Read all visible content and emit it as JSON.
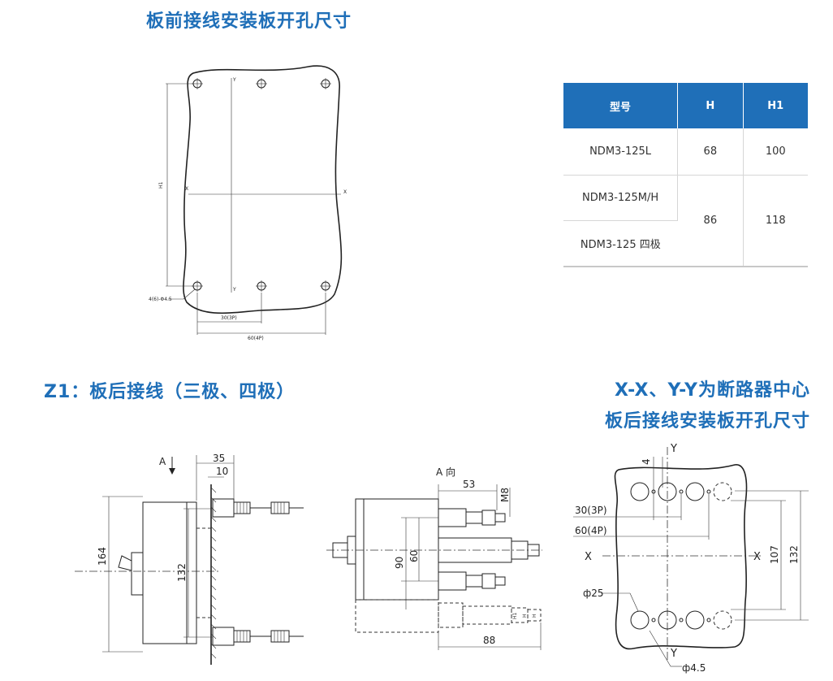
{
  "headings": {
    "top": "板前接线安装板开孔尺寸",
    "z1": "Z1：板后接线（三极、四极）",
    "xy_line1": "X-X、Y-Y为断路器中心",
    "xy_line2": "板后接线安装板开孔尺寸"
  },
  "table": {
    "headers": [
      "型号",
      "H",
      "H1"
    ],
    "rows": [
      {
        "model": "NDM3-125L",
        "h": "68",
        "h1": "100"
      },
      {
        "model": "NDM3-125M/H",
        "h": "86",
        "h1": "118"
      },
      {
        "model": "NDM3-125 四极"
      }
    ]
  },
  "front_panel": {
    "dim_h": "H1",
    "axis_x": "X",
    "axis_y": "Y",
    "hole_label": "4(6)-Φ4.5",
    "dim_3p": "30(3P)",
    "dim_4p": "60(4P)"
  },
  "side_view": {
    "arrow_label": "A",
    "dim_35": "35",
    "dim_10": "10",
    "dim_164": "164",
    "dim_132": "132"
  },
  "a_view": {
    "title": "A 向",
    "dim_53": "53",
    "dim_m8": "M8",
    "dim_90": "90",
    "dim_60": "60",
    "dim_88": "88",
    "dim_h1": "H1",
    "dim_h": "H"
  },
  "rear_panel": {
    "axis_y": "Y",
    "axis_x": "X",
    "dim_4": "4",
    "dim_3p": "30(3P)",
    "dim_4p": "60(4P)",
    "dim_107": "107",
    "dim_132": "132",
    "dim_phi25": "ф25",
    "dim_phi45": "ф4.5"
  }
}
